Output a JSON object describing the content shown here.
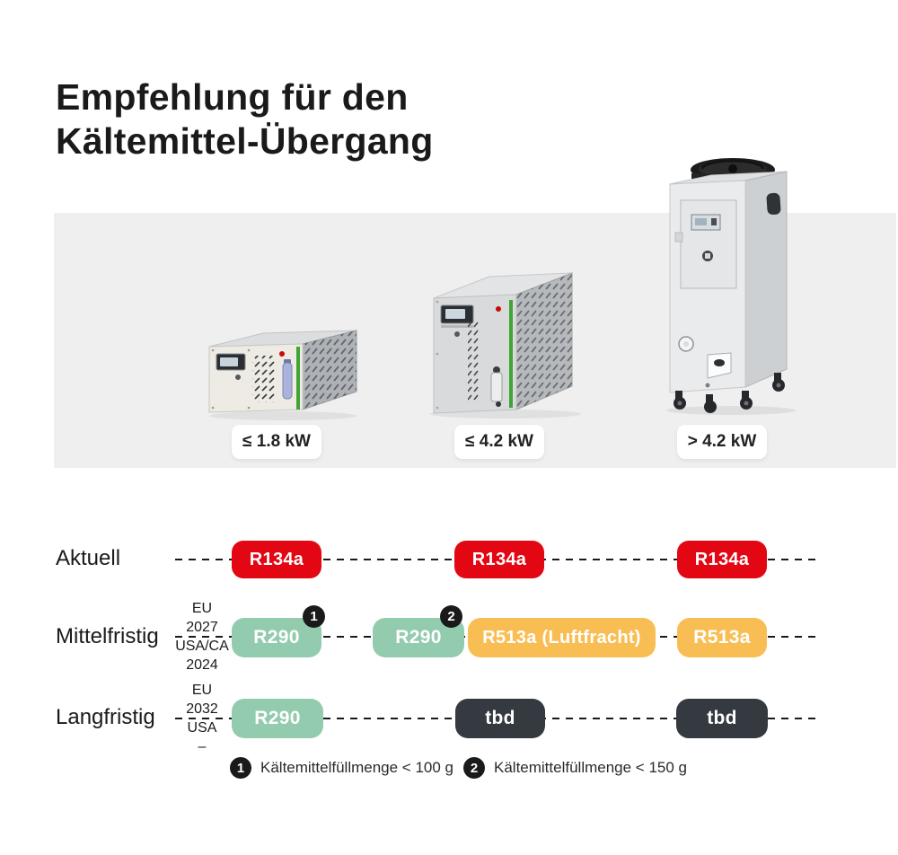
{
  "title": {
    "line1": "Empfehlung für den",
    "line2": "Kältemittel-Übergang"
  },
  "units": {
    "small": {
      "power_label": "≤ 1.8 kW"
    },
    "medium": {
      "power_label": "≤ 4.2 kW"
    },
    "large": {
      "power_label": "> 4.2 kW"
    }
  },
  "timeline": {
    "aktuell": {
      "label": "Aktuell",
      "pill_col1": "R134a",
      "pill_col2": "R134a",
      "pill_col3": "R134a"
    },
    "mittelfristig": {
      "label": "Mittelfristig",
      "regulation": {
        "l1": "EU",
        "l2": "2027",
        "l3": "USA/CA",
        "l4": "2024"
      },
      "pill_col1": "R290",
      "pill_col2a": "R290",
      "pill_col2b": "R513a (Luftfracht)",
      "pill_col3": "R513a",
      "badge_col1": "1",
      "badge_col2a": "2"
    },
    "langfristig": {
      "label": "Langfristig",
      "regulation": {
        "l1": "EU",
        "l2": "2032",
        "l3": "USA",
        "l4": "–"
      },
      "pill_col1": "R290",
      "pill_col2": "tbd",
      "pill_col3": "tbd"
    }
  },
  "footnotes": {
    "f1": {
      "badge": "1",
      "text": "Kältemittelfüllmenge < 100 g"
    },
    "f2": {
      "badge": "2",
      "text": "Kältemittelfüllmenge < 150 g"
    }
  },
  "colors": {
    "red": "#e30613",
    "green": "#93cbae",
    "orange": "#f9be53",
    "dark": "#343a40",
    "band": "#efefef",
    "ink": "#1a1a1a",
    "stripe": "#3fa535"
  }
}
